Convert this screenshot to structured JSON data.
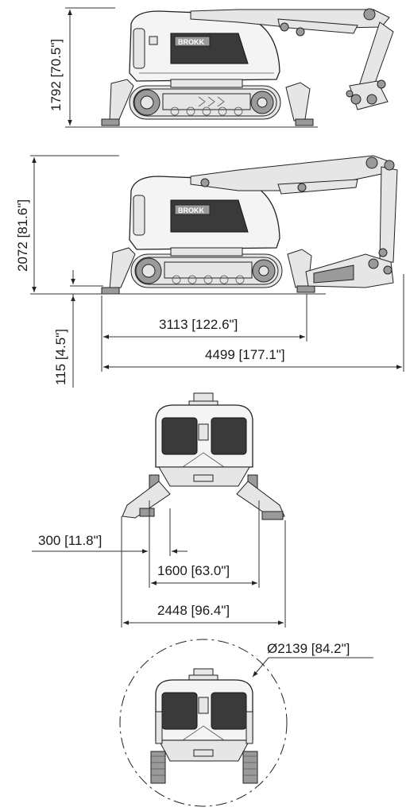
{
  "dimensions": {
    "side_height": "1792 [70.5\"]",
    "side_height_raised": "2072 [81.6\"]",
    "outrigger_lift": "115 [4.5\"]",
    "outrigger_span": "3113 [122.6\"]",
    "overall_length": "4499 [177.1\"]",
    "pad_width": "300 [11.8\"]",
    "track_width": "1600 [63.0\"]",
    "outrigger_width": "2448 [96.4\"]",
    "turning_diameter": "Ø2139 [84.2\"]"
  },
  "branding": {
    "logo_text": "BROKK"
  },
  "colors": {
    "line": "#333333",
    "body_fill": "#f4f4f4",
    "grille": "#3a3a3a"
  }
}
